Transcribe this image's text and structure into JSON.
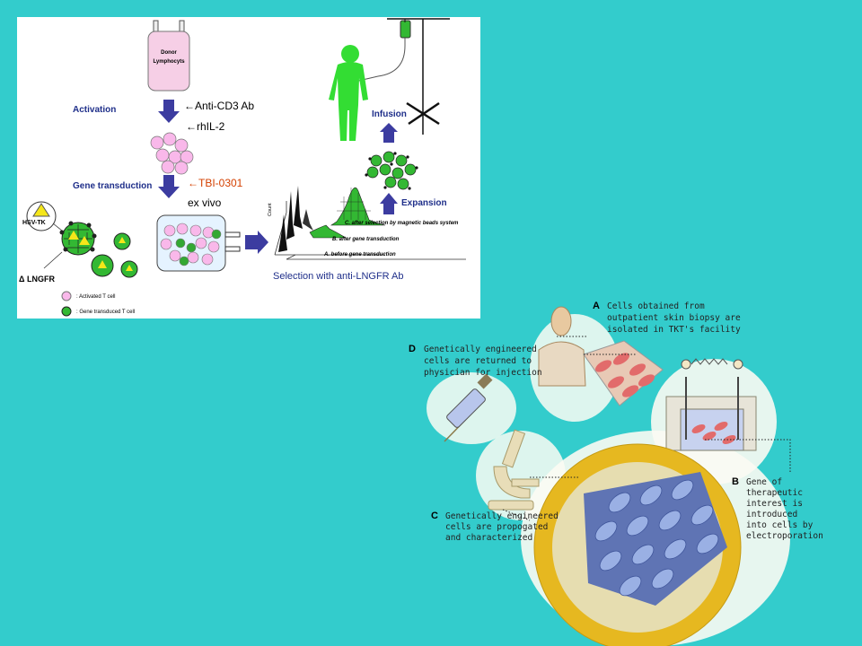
{
  "protocol": {
    "donor_bag_line1": "Donor",
    "donor_bag_line2": "Lymphocyts",
    "activation": "Activation",
    "anti_cd3": "←Anti-CD3 Ab",
    "rhil2": "←rhIL-2",
    "gene_transduction": "Gene transduction",
    "tbi": "←TBI-0301",
    "ex_vivo": "ex vivo",
    "hsv_tk": "HSV-TK",
    "lngfr": "Δ LNGFR",
    "legend_activated": ": Activated T cell",
    "legend_transduced": ": Gene transduced T cell",
    "selection": "Selection with anti-LNGFR Ab",
    "infusion": "Infusion",
    "expansion": "Expansion",
    "count_axis": "Count",
    "hist_c": "C. after selection by magnetic beads system",
    "hist_b": "B. after gene transduction",
    "hist_a": "A. before gene transduction"
  },
  "process": {
    "a_letter": "A",
    "a_line1": "Cells obtained from",
    "a_line2": "outpatient skin biopsy are",
    "a_line3": "isolated in TKT's facility",
    "b_letter": "B",
    "b_line1": "Gene of",
    "b_line2": "therapeutic",
    "b_line3": "interest is",
    "b_line4": "introduced",
    "b_line5": "into cells by",
    "b_line6": "electroporation",
    "c_letter": "C",
    "c_line1": "Genetically engineered",
    "c_line2": "cells are propogated",
    "c_line3": "and characterized",
    "d_letter": "D",
    "d_line1": "Genetically engineered",
    "d_line2": "cells are returned to",
    "d_line3": "physician for injection"
  }
}
